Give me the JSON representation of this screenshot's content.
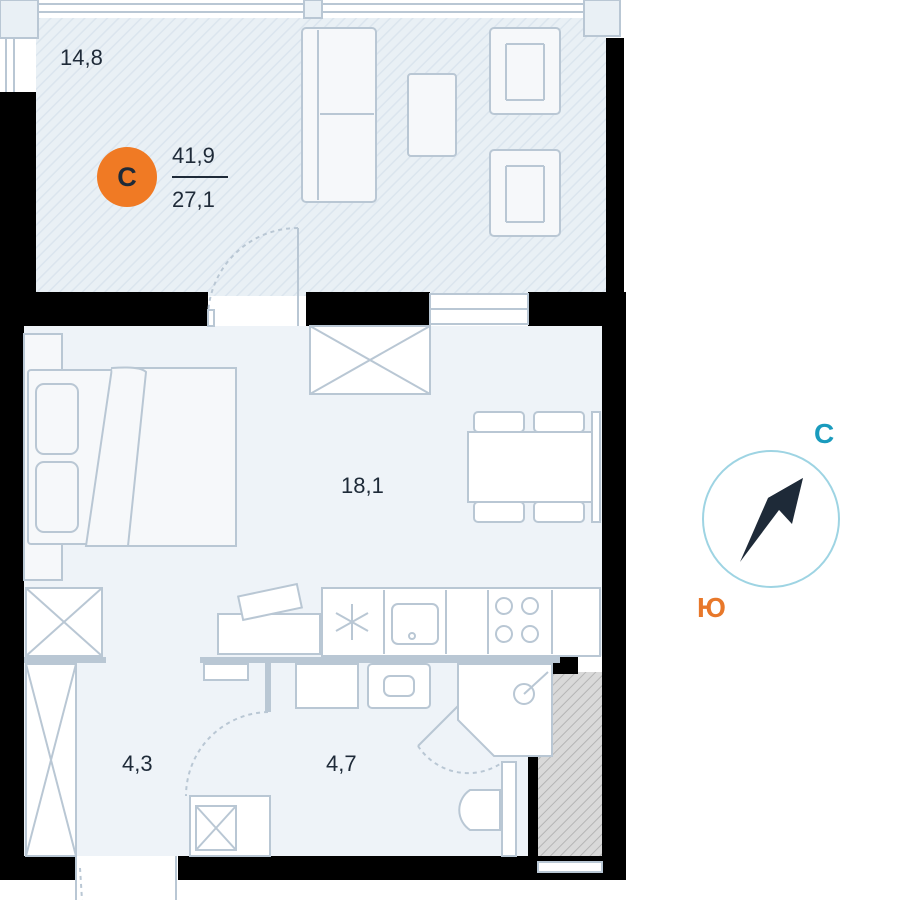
{
  "unit": {
    "class_letter": "С",
    "total_area": "41,9",
    "living_area": "27,1"
  },
  "rooms": {
    "balcony": "14,8",
    "living": "18,1",
    "hall": "4,3",
    "bath": "4,7"
  },
  "compass": {
    "north": "С",
    "south": "Ю",
    "north_color": "#1a9bbd",
    "south_color": "#e8782a"
  },
  "colors": {
    "wall": "#000000",
    "floor": "#eef3f8",
    "balcony_floor": "#e9f0f5",
    "furniture": "#b9c7d4",
    "badge": "#f07a24"
  }
}
